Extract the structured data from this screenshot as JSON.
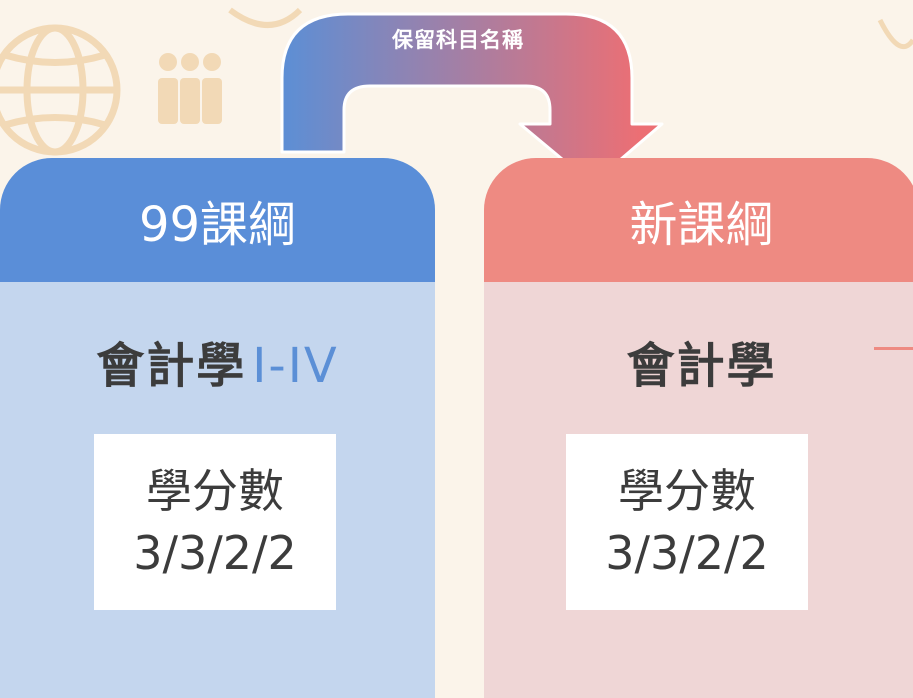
{
  "arrow": {
    "label": "保留科目名稱",
    "colors": {
      "start": "#5b8fd6",
      "end": "#ec6f74"
    }
  },
  "left_panel": {
    "header": "99課綱",
    "subject": "會計學",
    "subject_suffix": "I-IV",
    "credit_label": "學分數",
    "credit_value": "3/3/2/2",
    "colors": {
      "header": "#5a8ed8",
      "body": "#c4d6ee"
    }
  },
  "right_panel": {
    "header": "新課綱",
    "subject": "會計學",
    "credit_label": "學分數",
    "credit_value": "3/3/2/2",
    "colors": {
      "header": "#ee8a82",
      "body": "#efd6d6"
    }
  },
  "background_icons": [
    "globe-icon",
    "people-icon"
  ]
}
